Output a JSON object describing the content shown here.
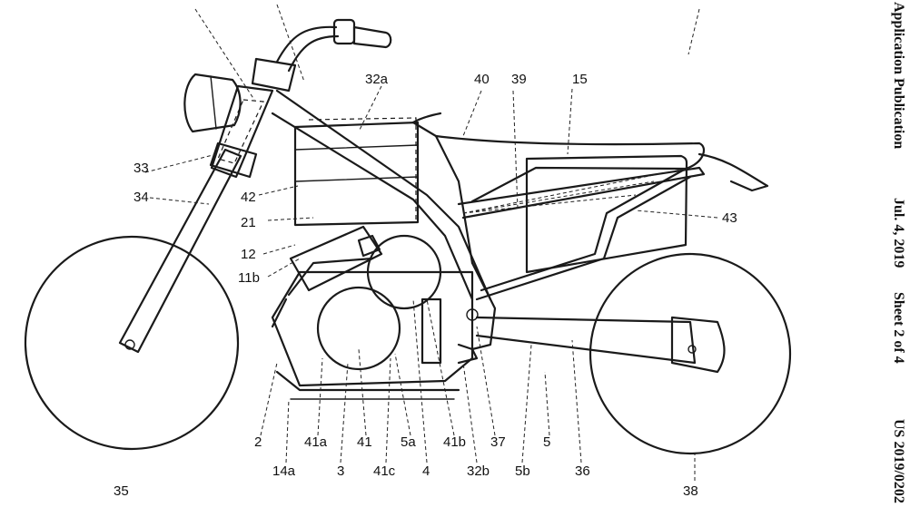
{
  "header": {
    "publication": "Application Publication",
    "date": "Jul. 4, 2019",
    "sheet": "Sheet 2 of 4",
    "number": "US 2019/0202"
  },
  "labels": {
    "l32a": "32a",
    "l40": "40",
    "l39": "39",
    "l15": "15",
    "l33": "33",
    "l34": "34",
    "l42": "42",
    "l21": "21",
    "l12": "12",
    "l11b": "11b",
    "l43": "43",
    "l2": "2",
    "l41a": "41a",
    "l41": "41",
    "l5a": "5a",
    "l41b": "41b",
    "l37": "37",
    "l5": "5",
    "l14a": "14a",
    "l3": "3",
    "l41c": "41c",
    "l4": "4",
    "l32b": "32b",
    "l5b": "5b",
    "l36": "36",
    "l35": "35",
    "l38": "38"
  }
}
